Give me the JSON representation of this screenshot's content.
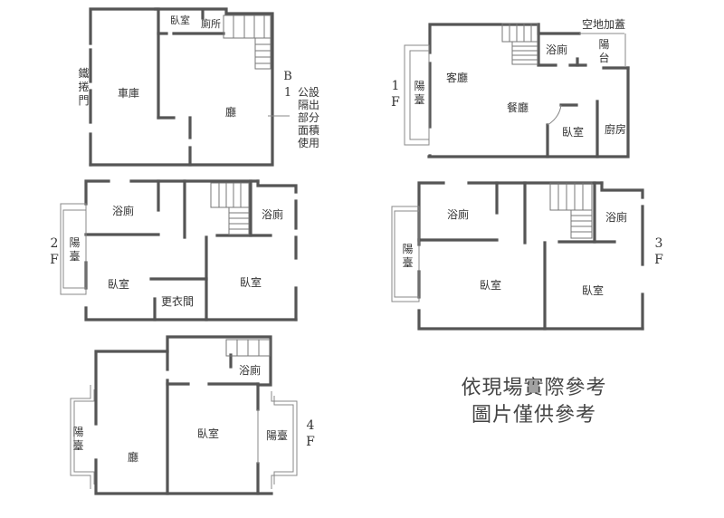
{
  "floors": {
    "b1": {
      "label": "B1",
      "rooms": {
        "garage": "車庫",
        "bedroom": "臥室",
        "toilet": "廁所",
        "hall": "廳"
      },
      "iron_door": "鐵捲門",
      "note": "公設隔出部分面積使用"
    },
    "f1": {
      "label": "1F",
      "rooms": {
        "living": "客廳",
        "dining": "餐廳",
        "bath": "浴廁",
        "balcony_right": "陽台",
        "bedroom": "臥室",
        "kitchen": "廚房",
        "balcony_left": "陽臺"
      },
      "addition": "空地加蓋"
    },
    "f2": {
      "label": "2F",
      "rooms": {
        "bath_left": "浴廁",
        "bath_right": "浴廁",
        "balcony": "陽臺",
        "bedroom_left": "臥室",
        "closet": "更衣間",
        "bedroom_right": "臥室"
      }
    },
    "f3": {
      "label": "3F",
      "rooms": {
        "bath_left": "浴廁",
        "bath_right": "浴廁",
        "balcony": "陽臺",
        "bedroom_left": "臥室",
        "bedroom_right": "臥室"
      }
    },
    "f4": {
      "label": "4F",
      "rooms": {
        "bath": "浴廁",
        "balcony_left": "陽臺",
        "hall": "廳",
        "bedroom": "臥室",
        "balcony_right": "陽臺"
      }
    }
  },
  "disclaimer": {
    "line1": "依現場實際參考",
    "line2": "圖片僅供參考"
  }
}
